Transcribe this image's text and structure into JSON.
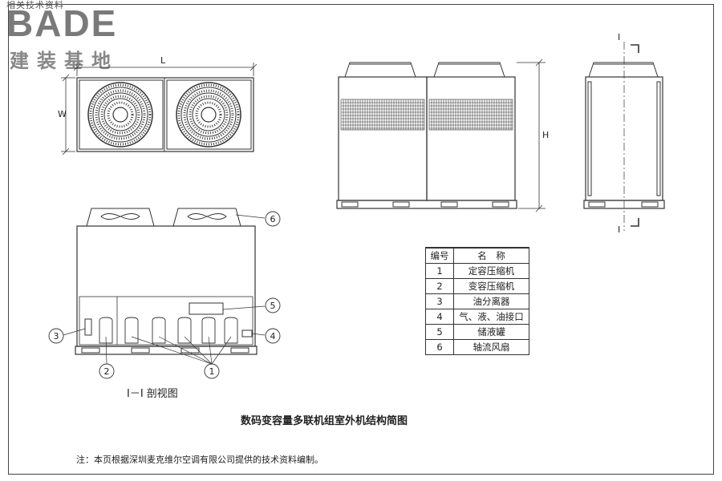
{
  "logo": {
    "top_text": "相关技术资料",
    "brand": "BADE",
    "brand_sub": "建装基地"
  },
  "dimensions": {
    "length": "L",
    "width": "W",
    "height": "H",
    "section_mark_top": "I",
    "section_mark_bottom": "I"
  },
  "section_view_label": "I－I 剖视图",
  "callouts": [
    "1",
    "2",
    "3",
    "4",
    "5",
    "6"
  ],
  "parts_table": {
    "header_no": "编号",
    "header_name": "名　称",
    "rows": [
      {
        "no": "1",
        "name": "定容压缩机"
      },
      {
        "no": "2",
        "name": "变容压缩机"
      },
      {
        "no": "3",
        "name": "油分离器"
      },
      {
        "no": "4",
        "name": "气、液、油接口"
      },
      {
        "no": "5",
        "name": "储液罐"
      },
      {
        "no": "6",
        "name": "轴流风扇"
      }
    ]
  },
  "caption": "数码变容量多联机组室外机结构简图",
  "note": "注：本页根据深圳麦克维尔空调有限公司提供的技术资料编制。"
}
